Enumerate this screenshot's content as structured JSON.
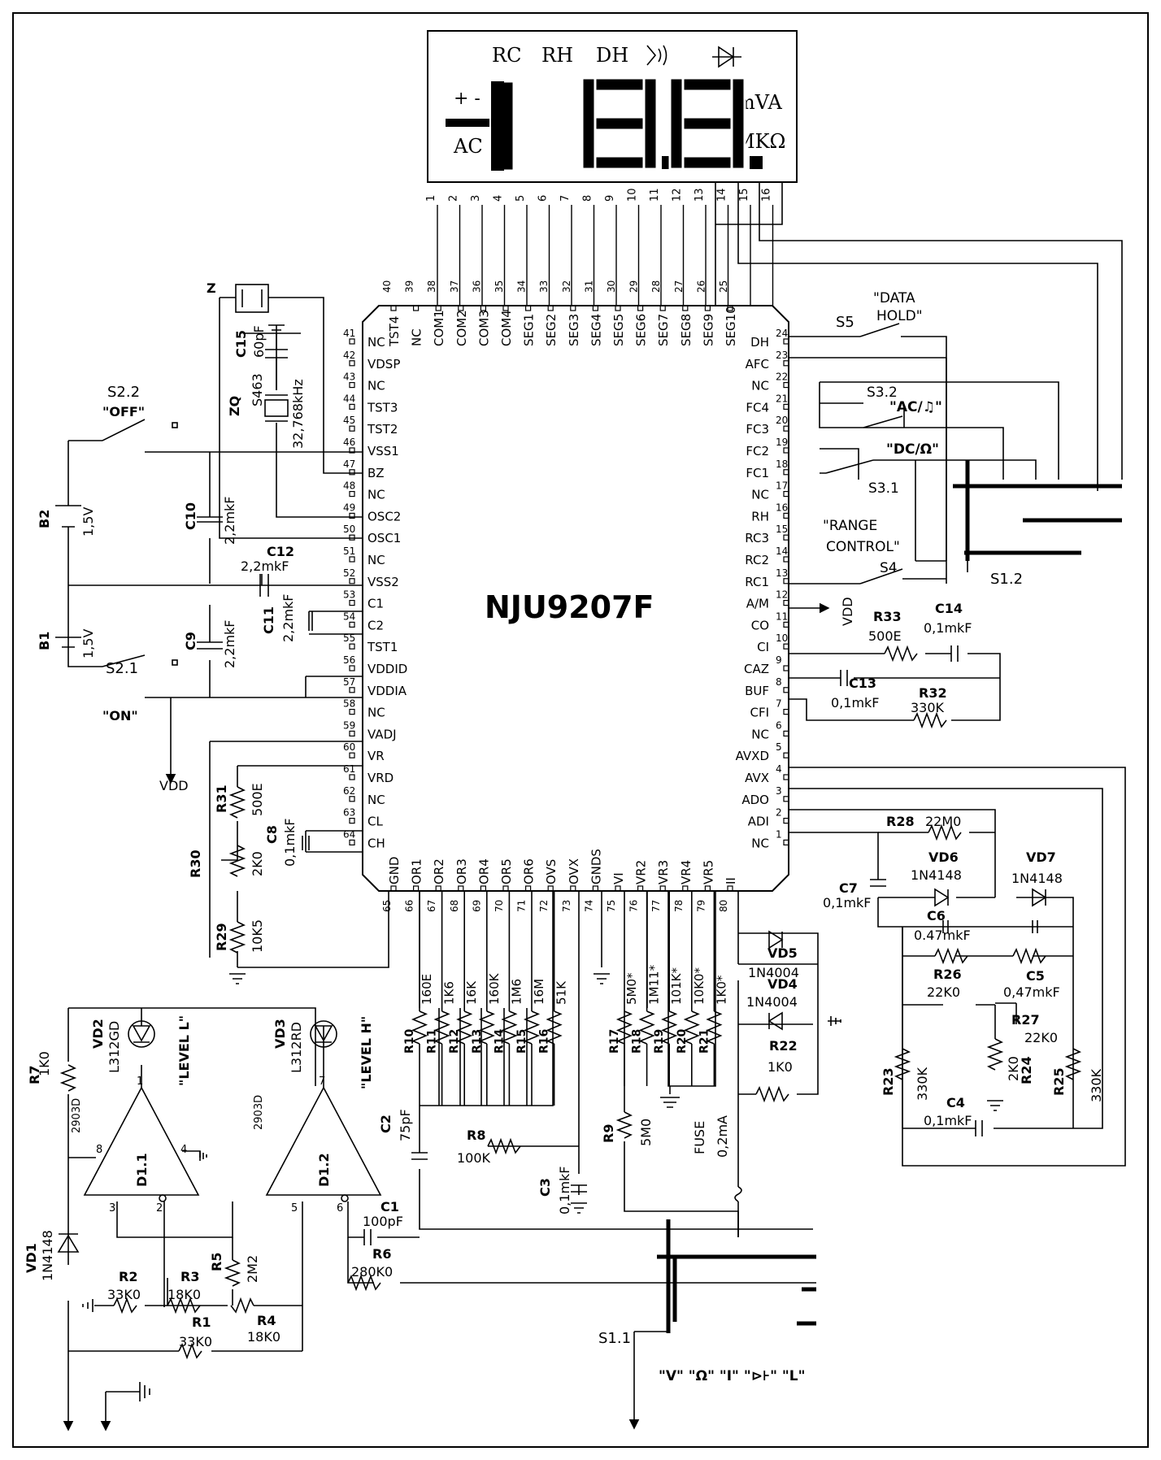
{
  "display": {
    "indicators": [
      "RC",
      "RH",
      "DH"
    ],
    "polarity": "+ -",
    "ac": "AC",
    "units1": "mVA",
    "units2": "MKΩ",
    "pins": [
      "1",
      "2",
      "3",
      "4",
      "5",
      "6",
      "7",
      "8",
      "9",
      "10",
      "11",
      "12",
      "13",
      "14",
      "15",
      "16"
    ]
  },
  "chip": {
    "name": "NJU9207F",
    "left_pins": [
      {
        "n": "41",
        "label": "NC"
      },
      {
        "n": "42",
        "label": "VDSP"
      },
      {
        "n": "43",
        "label": "NC"
      },
      {
        "n": "44",
        "label": "TST3"
      },
      {
        "n": "45",
        "label": "TST2"
      },
      {
        "n": "46",
        "label": "VSS1"
      },
      {
        "n": "47",
        "label": "BZ"
      },
      {
        "n": "48",
        "label": "NC"
      },
      {
        "n": "49",
        "label": "OSC2"
      },
      {
        "n": "50",
        "label": "OSC1"
      },
      {
        "n": "51",
        "label": "NC"
      },
      {
        "n": "52",
        "label": "VSS2"
      },
      {
        "n": "53",
        "label": "C1"
      },
      {
        "n": "54",
        "label": "C2"
      },
      {
        "n": "55",
        "label": "TST1"
      },
      {
        "n": "56",
        "label": "VDDID"
      },
      {
        "n": "57",
        "label": "VDDIA"
      },
      {
        "n": "58",
        "label": "NC"
      },
      {
        "n": "59",
        "label": "VADJ"
      },
      {
        "n": "60",
        "label": "VR"
      },
      {
        "n": "61",
        "label": "VRD"
      },
      {
        "n": "62",
        "label": "NC"
      },
      {
        "n": "63",
        "label": "CL"
      },
      {
        "n": "64",
        "label": "CH"
      }
    ],
    "right_pins": [
      {
        "n": "24",
        "label": "DH"
      },
      {
        "n": "23",
        "label": "AFC"
      },
      {
        "n": "22",
        "label": "NC"
      },
      {
        "n": "21",
        "label": "FC4"
      },
      {
        "n": "20",
        "label": "FC3"
      },
      {
        "n": "19",
        "label": "FC2"
      },
      {
        "n": "18",
        "label": "FC1"
      },
      {
        "n": "17",
        "label": "NC"
      },
      {
        "n": "16",
        "label": "RH"
      },
      {
        "n": "15",
        "label": "RC3"
      },
      {
        "n": "14",
        "label": "RC2"
      },
      {
        "n": "13",
        "label": "RC1"
      },
      {
        "n": "12",
        "label": "A/M"
      },
      {
        "n": "11",
        "label": "CO"
      },
      {
        "n": "10",
        "label": "CI"
      },
      {
        "n": "9",
        "label": "CAZ"
      },
      {
        "n": "8",
        "label": "BUF"
      },
      {
        "n": "7",
        "label": "CFI"
      },
      {
        "n": "6",
        "label": "NC"
      },
      {
        "n": "5",
        "label": "AVXD"
      },
      {
        "n": "4",
        "label": "AVX"
      },
      {
        "n": "3",
        "label": "ADO"
      },
      {
        "n": "2",
        "label": "ADI"
      },
      {
        "n": "1",
        "label": "NC"
      }
    ],
    "top_pins": [
      {
        "n": "40",
        "label": "TST4"
      },
      {
        "n": "39",
        "label": "NC"
      },
      {
        "n": "38",
        "label": "COM1"
      },
      {
        "n": "37",
        "label": "COM2"
      },
      {
        "n": "36",
        "label": "COM3"
      },
      {
        "n": "35",
        "label": "COM4"
      },
      {
        "n": "34",
        "label": "SEG1"
      },
      {
        "n": "33",
        "label": "SEG2"
      },
      {
        "n": "32",
        "label": "SEG3"
      },
      {
        "n": "31",
        "label": "SEG4"
      },
      {
        "n": "30",
        "label": "SEG5"
      },
      {
        "n": "29",
        "label": "SEG6"
      },
      {
        "n": "28",
        "label": "SEG7"
      },
      {
        "n": "27",
        "label": "SEG8"
      },
      {
        "n": "26",
        "label": "SEG9"
      },
      {
        "n": "25",
        "label": "SEG10"
      }
    ],
    "bottom_pins": [
      {
        "n": "65",
        "label": "GND"
      },
      {
        "n": "66",
        "label": "OR1"
      },
      {
        "n": "67",
        "label": "OR2"
      },
      {
        "n": "68",
        "label": "OR3"
      },
      {
        "n": "69",
        "label": "OR4"
      },
      {
        "n": "70",
        "label": "OR5"
      },
      {
        "n": "71",
        "label": "OR6"
      },
      {
        "n": "72",
        "label": "OVS"
      },
      {
        "n": "73",
        "label": "OVX"
      },
      {
        "n": "74",
        "label": "GNDS"
      },
      {
        "n": "75",
        "label": "VI"
      },
      {
        "n": "76",
        "label": "VR2"
      },
      {
        "n": "77",
        "label": "VR3"
      },
      {
        "n": "78",
        "label": "VR4"
      },
      {
        "n": "79",
        "label": "VR5"
      },
      {
        "n": "80",
        "label": "II"
      }
    ]
  },
  "labels": {
    "Z": "Z",
    "ZQ": "ZQ",
    "zq_val": "32,768kHz",
    "zq_type": "S463",
    "C15": "C15",
    "C15v": "60pF",
    "S22": "S2.2",
    "OFF": "\"OFF\"",
    "S21": "S2.1",
    "ON": "\"ON\"",
    "B2": "B2",
    "B2v": "1,5V",
    "B1": "B1",
    "B1v": "1,5V",
    "C10": "C10",
    "C10v": "2,2mkF",
    "C12": "C12",
    "C12v": "2,2mkF",
    "C11": "C11",
    "C11v": "2,2mkF",
    "C9": "C9",
    "C9v": "2,2mkF",
    "VDD1": "VDD",
    "R31": "R31",
    "R31v": "500E",
    "R30": "R30",
    "R30v": "2K0",
    "C8": "C8",
    "C8v": "0,1mkF",
    "R29": "R29",
    "R29v": "10K5",
    "S5": "S5",
    "DATA1": "\"DATA",
    "DATA2": "HOLD\"",
    "S32": "S3.2",
    "AC_sw": "\"AC/♫\"",
    "DC_sw": "\"DC/Ω\"",
    "S31": "S3.1",
    "RANGE1": "\"RANGE",
    "RANGE2": "CONTROL\"",
    "S4": "S4",
    "S12": "S1.2",
    "VDD2": "VDD",
    "R33": "R33",
    "R33v": "500E",
    "C14": "C14",
    "C14v": "0,1mkF",
    "C13": "C13",
    "C13v": "0,1mkF",
    "R32": "R32",
    "R32v": "330K",
    "R28": "R28",
    "R28v": "22M0",
    "VD6": "VD6",
    "VD6v": "1N4148",
    "VD7": "VD7",
    "VD7v": "1N4148",
    "C7": "C7",
    "C7v": "0,1mkF",
    "C6": "C6",
    "C6v": "0.47mkF",
    "C5": "C5",
    "C5v": "0,47mkF",
    "R26": "R26",
    "R26v": "22K0",
    "R27": "R27",
    "R27v": "22K0",
    "R23": "R23",
    "R23v": "330K",
    "R24": "R24",
    "R24v": "2K0",
    "R25": "R25",
    "R25v": "330K",
    "C4": "C4",
    "C4v": "0,1mkF",
    "VD5": "VD5",
    "VD5v": "1N4004",
    "VD4": "VD4",
    "VD4v": "1N4004",
    "R22": "R22",
    "R22v": "1K0",
    "FUSE": "FUSE",
    "FUSEv": "0,2mA",
    "R9": "R9",
    "R9v": "5M0",
    "R8": "R8",
    "R8v": "100K",
    "C2": "C2",
    "C2v": "75pF",
    "C3": "C3",
    "C3v": "0,1mkF",
    "S11": "S1.1",
    "modes": "\"V\"  \"Ω\"  \"I\"  \"⊳⊦\"  \"L\"",
    "R7": "R7",
    "R7v": "1K0",
    "VD2": "VD2",
    "VD2v": "L312GD",
    "LEVEL_L": "\"LEVEL L\"",
    "VD3": "VD3",
    "VD3v": "L312RD",
    "LEVEL_H": "\"LEVEL H\"",
    "D11": "D1.1",
    "D12": "D1.2",
    "IC1": "2903D",
    "IC2": "2903D",
    "C1": "C1",
    "C1v": "100pF",
    "R6": "R6",
    "R6v": "280K0",
    "R5": "R5",
    "R5v": "2M2",
    "R2": "R2",
    "R2v": "33K0",
    "R3": "R3",
    "R3v": "18K0",
    "R1": "R1",
    "R1v": "33K0",
    "R4": "R4",
    "R4v": "18K0",
    "VD1": "VD1",
    "VD1v": "1N4148",
    "p1": "1",
    "p2": "2",
    "p3": "3",
    "p4": "4",
    "p5": "5",
    "p6": "6",
    "p7": "7",
    "p8": "8"
  },
  "range_res": [
    {
      "name": "R10",
      "val": "160E"
    },
    {
      "name": "R11",
      "val": "1K6"
    },
    {
      "name": "R12",
      "val": "16K"
    },
    {
      "name": "R13",
      "val": "160K"
    },
    {
      "name": "R14",
      "val": "1M6"
    },
    {
      "name": "R15",
      "val": "16M"
    },
    {
      "name": "R16",
      "val": "51K"
    }
  ],
  "shunt_res": [
    {
      "name": "R17",
      "val": "5M0*"
    },
    {
      "name": "R18",
      "val": "1M11*"
    },
    {
      "name": "R19",
      "val": "101K*"
    },
    {
      "name": "R20",
      "val": "10K0*"
    },
    {
      "name": "R21",
      "val": "1K0*"
    }
  ]
}
